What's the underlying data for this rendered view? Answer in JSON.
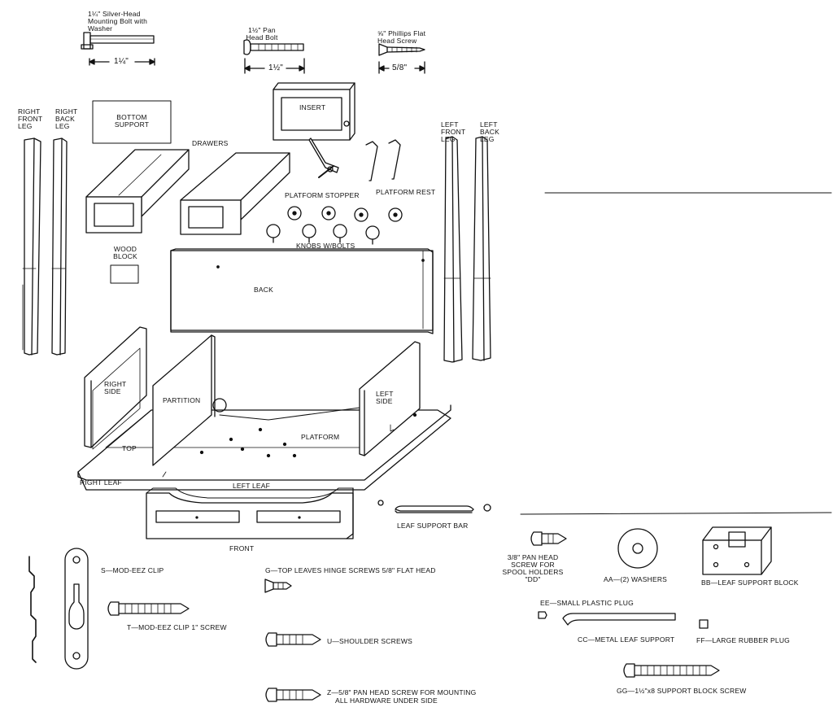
{
  "hardware_top": {
    "mounting_bolt": "1¼\" Silver-Head Mounting Bolt with Washer",
    "mounting_bolt_dim": "1¼\"",
    "pan_head_bolt": "1½\" Pan Head Bolt",
    "pan_head_bolt_dim": "1½\"",
    "flat_head_screw": "⅝\" Phillips Flat Head Screw",
    "flat_head_screw_dim": "5/8\""
  },
  "parts": {
    "right_front_leg": "RIGHT FRONT LEG",
    "right_back_leg": "RIGHT BACK LEG",
    "bottom_support": "BOTTOM SUPPORT",
    "drawers": "DRAWERS",
    "insert": "INSERT",
    "platform_stopper": "PLATFORM STOPPER",
    "platform_rest": "PLATFORM REST",
    "knobs_w_bolts": "KNOBS W/BOLTS",
    "left_front_leg": "LEFT FRONT LEG",
    "left_back_leg": "LEFT BACK LEG",
    "wood_block": "WOOD BLOCK",
    "back": "BACK",
    "right_side": "RIGHT SIDE",
    "partition": "PARTITION",
    "left_side": "LEFT SIDE",
    "platform": "PLATFORM",
    "top": "TOP",
    "right_leaf": "RIGHT LEAF",
    "left_leaf": "LEFT LEAF",
    "leaf_support_bar": "LEAF SUPPORT BAR",
    "front": "FRONT"
  },
  "hardware_bottom": {
    "s": "S—MOD-EEZ CLIP",
    "t": "T—MOD-EEZ CLIP 1\" SCREW",
    "g": "G—TOP LEAVES HINGE SCREWS 5/8\" FLAT HEAD",
    "u": "U—SHOULDER SCREWS",
    "z1": "Z—5/8\" PAN HEAD SCREW FOR MOUNTING",
    "z2": "ALL HARDWARE UNDER SIDE",
    "dd1": "3/8\" PAN HEAD",
    "dd2": "SCREW FOR",
    "dd3": "SPOOL HOLDERS",
    "dd4": "\"DD\"",
    "aa": "AA—(2) WASHERS",
    "bb": "BB—LEAF SUPPORT BLOCK",
    "ee": "EE—SMALL PLASTIC PLUG",
    "cc": "CC—METAL LEAF SUPPORT",
    "ff": "FF—LARGE RUBBER PLUG",
    "gg": "GG—1½\"x8 SUPPORT BLOCK SCREW"
  }
}
